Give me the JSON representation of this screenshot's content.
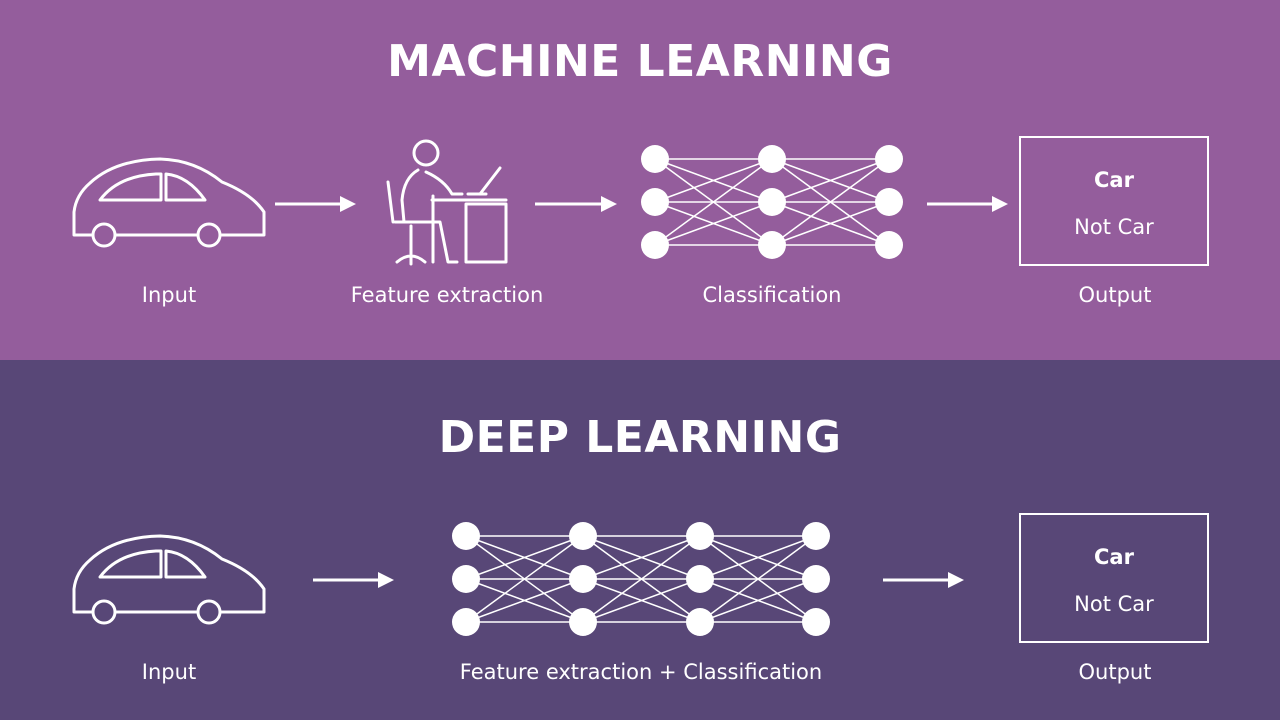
{
  "colors": {
    "ml_background": "#945d9c",
    "dl_background": "#584777",
    "foreground": "#ffffff"
  },
  "machine_learning": {
    "title": "MACHINE LEARNING",
    "steps": {
      "input": "Input",
      "feature_extraction": "Feature extraction",
      "classification": "Classification",
      "output": "Output"
    },
    "output_box": {
      "primary": "Car",
      "secondary": "Not Car"
    }
  },
  "deep_learning": {
    "title": "DEEP LEARNING",
    "steps": {
      "input": "Input",
      "combined": "Feature extraction + Classification",
      "output": "Output"
    },
    "output_box": {
      "primary": "Car",
      "secondary": "Not Car"
    }
  },
  "icons": [
    "car-icon",
    "person-at-desk-icon",
    "neural-network-icon",
    "arrow-right-icon"
  ]
}
